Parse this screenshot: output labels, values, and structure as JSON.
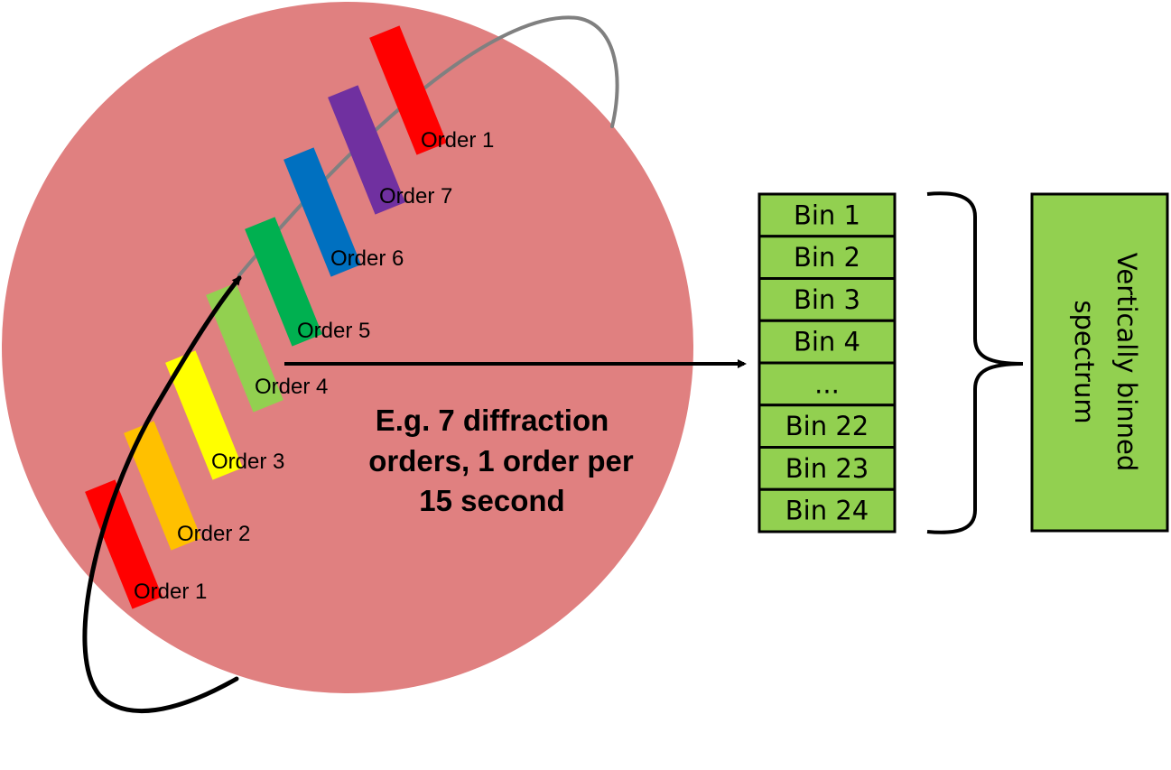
{
  "orders": [
    {
      "label": "Order 1",
      "color": "#ff0000"
    },
    {
      "label": "Order 2",
      "color": "#ffc000"
    },
    {
      "label": "Order 3",
      "color": "#ffff00"
    },
    {
      "label": "Order 4",
      "color": "#92d050"
    },
    {
      "label": "Order 5",
      "color": "#00b050"
    },
    {
      "label": "Order 6",
      "color": "#0070c0"
    },
    {
      "label": "Order 7",
      "color": "#7030a0"
    },
    {
      "label": "Order 1",
      "color": "#ff0000"
    }
  ],
  "caption": {
    "line1": "E.g. 7 diffraction",
    "line2": "orders, 1 order per",
    "line3": "15 second"
  },
  "bins": [
    "Bin 1",
    "Bin 2",
    "Bin 3",
    "Bin 4",
    "...",
    "Bin 22",
    "Bin 23",
    "Bin 24"
  ],
  "result": {
    "line1": "Vertically binned",
    "line2": "spectrum"
  },
  "colors": {
    "sphere": "#e08080",
    "bin_fill": "#92d050",
    "orbit_back": "#808080",
    "orbit_front": "#000000"
  }
}
